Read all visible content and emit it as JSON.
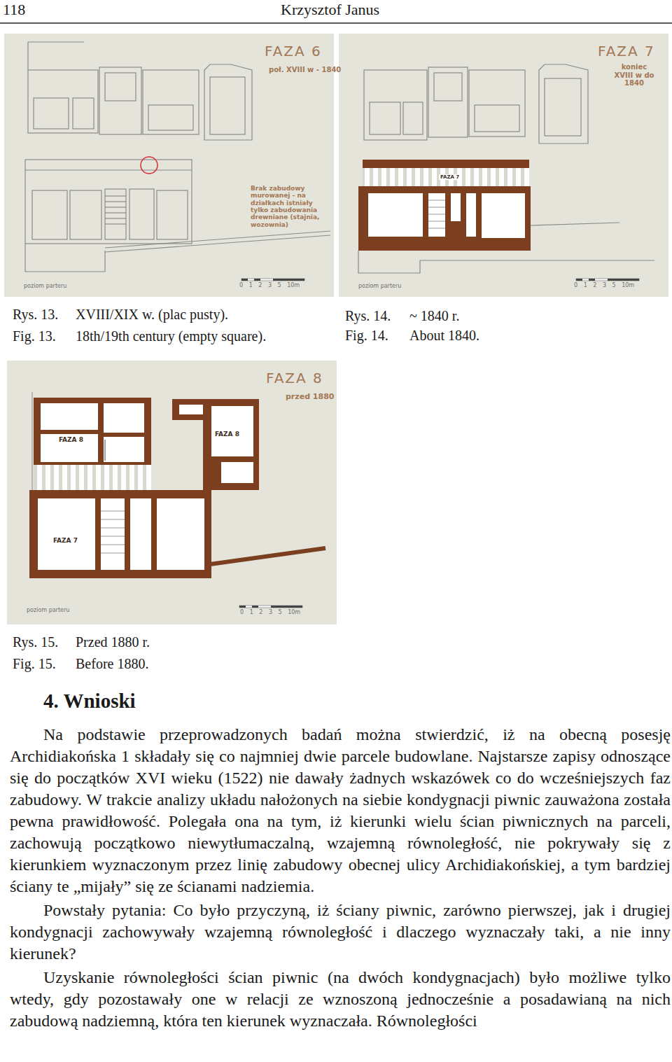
{
  "diagram": {
    "nodes": [
      {
        "text": [
          "FAZA 6",
          "poł. XVIII w - 1840",
          "Brak zabudowy murowanej - na działkach istniały tylko zabudowania drewniane (stajnia, wozownia)",
          "poziom parteru",
          "0 1 2 3 5 10m"
        ]
      },
      {
        "text": [
          "FAZA 7",
          "koniec XVIII w do 1840",
          "FAZA 7",
          "poziom parteru",
          "0 1 2 3 5 10m"
        ]
      },
      {
        "text": [
          "FAZA 8",
          "przed 1880",
          "FAZA 8",
          "FAZA 8",
          "FAZA 7",
          "poziom parteru",
          "0 1 2 3 5 10m"
        ]
      }
    ],
    "labels": [
      "118",
      "Krzysztof Janus",
      "Rys. 13.",
      "XVIII/XIX w. (plac pusty).",
      "Fig. 13.",
      "18th/19th century (empty square).",
      "Rys. 14.",
      "~ 1840 r.",
      "Fig. 14.",
      "About 1840.",
      "Rys. 15.",
      "Przed 1880 r.",
      "Fig. 15.",
      "Before 1880.",
      "4. Wnioski",
      "Na podstawie przeprowadzonych badań można stwierdzić, iż na obecną posesję Archidiakońska 1 składały się co najmniej dwie parcele budowlane. Najstarsze zapisy odnoszące się do początków XVI wieku (1522) nie dawały żadnych wskazówek co do wcześniejszych faz zabudowy. W trakcie analizy układu nałożonych na siebie kondygnacji piwnic zauważona została pewna prawidłowość. Polegała ona na tym, iż kierunki wielu ścian piwnicznych na parceli, zachowują początkowo niewytłumaczalną, wzajemną równoległość, nie pokrywały się z kierunkiem wyznaczonym przez linię zabudowy obecnej ulicy Archidiakońskiej, a tym bardziej ściany te „mijały” się ze ścianami nadziemia.",
      "Powstały pytania: Co było przyczyną, iż ściany piwnic, zarówno pierwszej, jak i drugiej kondygnacji zachowywały wzajemną równoległość i dlaczego wyznaczały taki, a nie inny kierunek?",
      "Uzyskanie równoległości ścian piwnic (na dwóch kondygnacjach) było możliwe tylko wtedy, gdy pozostawały one w relacji ze wznoszoną jednocześnie a posadawianą na nich zabudową nadziemną, która ten kierunek wyznaczała. Równoległości"
    ]
  }
}
